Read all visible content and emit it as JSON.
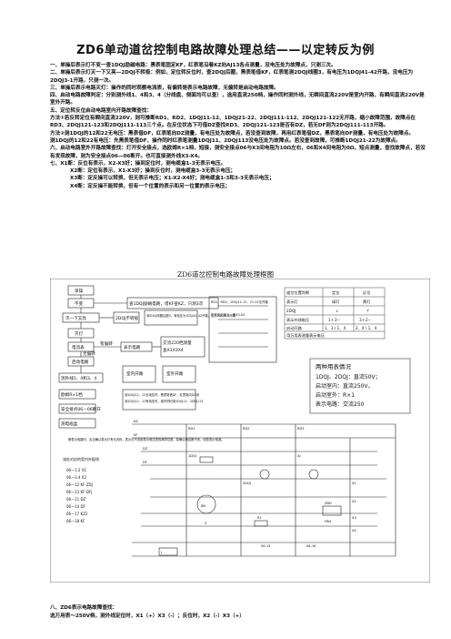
{
  "document": {
    "title": "ZD6单动道岔控制电路故障处理总结——以定转反为例",
    "sections": [
      "一、单操后表示灯不变一查1DQJ励磁电路：黑表笔固定KF，红表笔沿着KZ向AJ13各点测量，没电压处为故障点，只测三次。",
      "二、单操后表示灯灭一下又亮—2DQJ不转极：例如，定位转反位时，查2DQJ后圈，黑表笔借KF，红表笔测2DQJ线圈3，有电压为1DQJ41-42开路，没电压为2DQJ3-1开路，只测一次。",
      "三、单操后表示电路灭灯：操作的同时观察电流表，有偏转是表示电路故障，无偏转是启动电路故障。",
      "四、启动电路故障判定：分别测外线1、4和3、4（分线盘、侧面均可以查），选用直流250档，操作同时测外线，无瞬间直流220V是室内开路，有瞬间直流220V是室外开路。",
      "五、定位转反位启动电路室内开路故障查找：",
      "方法①若反转定位有瞬间直流220V，则可推断RD1、RD2、1DQJ11-12、1DQJ21-22、2DQJ111-112、2DQJ121-122无开路，缩小故障范围，故障点在RD3、2DQJ121-123和2DQJ111-113三个点。在反位状态下可借DZ查找RD3、2DQJ121-123是否有DZ，若无DF则为2DQJ111-113开路。",
      "方法②测1DQJ的12和22无电压：黑表借DF，红表笔向DZ测量，有电压处为故障点，若没查到故障，再用红表笔借DZ，黑表笔向DF测量，有电压处为故障点。",
      "测1DQJ的12和22有电压：先黑表笔借DF，操作同时红表笔测量1DQJ11、2DQJ113没电压处为故障点。若没查到故障，可推断1DQJ21-22为故障点。",
      "六、启动电路室外开路故障查找：打开安全接点，选欧姆R×1档，短接，测安全接点06与X3间电阻为10Ω左右，06和X4间电阻为0Ω，短点测量，查找故障点，若没有发现故障，则为安全接点06—06断开。也可直接测外线X3-X4。",
      "七、X1断：反位有表示，X2-X3好；操到定位时，测电缆盒1-3无表示电压。",
      "X2断：定位有表示，X1-X3好；操到反位时，测电缆盒3-3无表示电压；",
      "X3断：定反操可以转换，但无表示电压；X1-X2-X4好；测电缆盒1-3和3-3无表示电压；",
      "X4断：定反操不能转换，但有一个位置的表示和另一位置的表示电压；"
    ],
    "section8_title": "八、ZD6表示电路故障查找：",
    "section8_text": "选万用表～250V档，测外线定位时，X1（+）X3（-）；反位时，X2（-）X3（+）"
  },
  "diagram": {
    "title": "ZD6道岔控制电路故障处理框图",
    "flow": {
      "start": "单操",
      "unchanged": "不变",
      "lamp_off": "灭灯",
      "flash": "灭一下又亮",
      "check_1dqj": "查1DQJ励磁电路，借KF查KZ，只测3次",
      "not_pole": "2DQJ不转极",
      "check_2dqj": "测2DQJ线圈后圈3，有电压为1DQJ41-42开路，无为2DQJ3-1开路",
      "ammeter": "电流表",
      "indicator_fault": "表示电路",
      "start_fault": "启动电路",
      "ammeter_deflect": "有偏转",
      "ammeter_none": "无偏转",
      "measure_outer": "测外线1、4和3、4",
      "inside": "室内开路",
      "outside": "室外开路",
      "dc220": "交流220档测量",
      "check_x": "查X1X3X4",
      "rd_note": "RD1、RD2、1DQJ11-12、21-22无开路",
      "short_safety": "打开安全接点，测X3-X4",
      "ohm": "欧姆R×1档",
      "open_06": "安全接点06—06断开",
      "cable_box": "测电缆盒",
      "hint1": "测1DQJ12、22无电压时，黑表笔借DF，红表笔向DZ测",
      "hint2": "测1DQJ12、22有电压时，操作同时测1DQJ11、2DQJ113",
      "hint3": "断表示电路时，应当确认表示灯有无闪烁，表示灯不亮用表示电压查找故障位置，如确认两边都不亮，则查表示电源。"
    },
    "table": {
      "headers": [
        "道岔位置判断",
        "定位",
        "反位"
      ],
      "rows": [
        [
          "表示灯",
          "绿灯",
          "黄灯"
        ],
        [
          "2DQJ",
          "↓",
          "↑"
        ],
        [
          "表示外线电压",
          "1＋3－",
          "3＋2－"
        ],
        [
          "启动开路",
          "1、3 / 1、4",
          "2、4 / 1、4"
        ],
        [
          "用万用表测量表示电压",
          "",
          ""
        ]
      ]
    },
    "meter_box": {
      "title": "两种用表情况",
      "lines": [
        "1DQJ、2DQJ：直流50V；",
        "启动室内：直流250V，",
        "启动室外：R×1",
        "表示电路：交流250"
      ]
    },
    "circuit": {
      "labels": [
        "KZ",
        "KF",
        "DZ",
        "DF",
        "RD1",
        "RD2",
        "RD3",
        "1DQJ",
        "2DQJ",
        "AJ",
        "X1",
        "X2",
        "X3",
        "X4",
        "BB",
        "R1",
        "Z",
        "ZBH",
        "FBH",
        "06-15",
        "06-16",
        "J"
      ],
      "legend_title": "该处对应的室内外配线",
      "legend": [
        "06—1.2 X1",
        "06—3.4 X2",
        "06—12 KF-ZDJ",
        "06—13 KF-DFJ",
        "06—11 DZ",
        "06—14 DF",
        "06—17 KZ2",
        "06—18 KF"
      ]
    }
  }
}
